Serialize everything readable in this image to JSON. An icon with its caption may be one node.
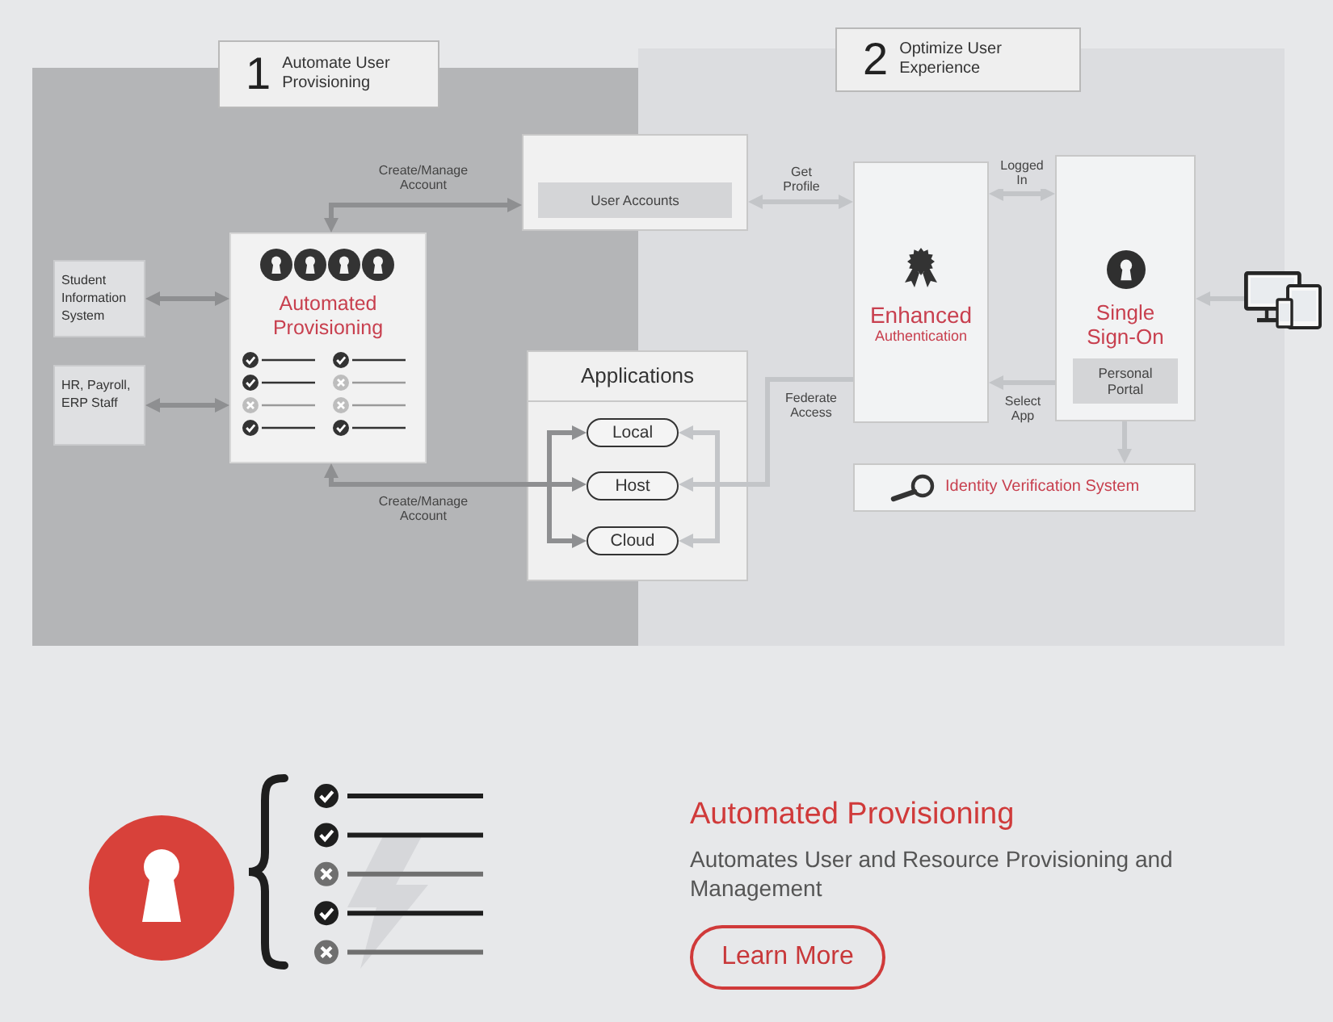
{
  "diagram": {
    "nodes": [
      {
        "text": [
          "1",
          "Automate User Provisioning"
        ]
      },
      {
        "text": [
          "2",
          "Optimize User Experience"
        ]
      },
      {
        "text": [
          "Student Information System"
        ],
        "in": 0
      },
      {
        "text": [
          "HR, Payroll, ERP Staff"
        ],
        "in": 0
      },
      {
        "text": [
          "Automated Provisioning"
        ],
        "in": 0
      },
      {
        "text": [],
        "shape": "box"
      },
      {
        "text": [
          "User Accounts"
        ],
        "in": 5
      },
      {
        "text": [
          "Applications"
        ]
      },
      {
        "text": [
          "Local"
        ],
        "in": 7
      },
      {
        "text": [
          "Host"
        ],
        "in": 7
      },
      {
        "text": [
          "Cloud"
        ],
        "in": 7
      },
      {
        "text": [
          "Enhanced",
          "Authentication"
        ],
        "in": 1
      },
      {
        "text": [
          "Single Sign-On"
        ],
        "in": 1
      },
      {
        "text": [
          "Personal Portal"
        ],
        "in": 12
      },
      {
        "text": [
          "Identity Verification System"
        ],
        "in": 1
      },
      {
        "text": [],
        "shape": "picture"
      },
      {
        "text": [
          "Learn More"
        ]
      }
    ],
    "edges": [
      {
        "from": 2,
        "to": 4,
        "arrow": "both",
        "color": "#8e8f91"
      },
      {
        "from": 3,
        "to": 4,
        "arrow": "both",
        "color": "#8e8f91"
      },
      {
        "from": 4,
        "to": 5,
        "arrow": "both",
        "label": "Create/Manage Account",
        "color": "#8e8f91"
      },
      {
        "from": 4,
        "to": 8,
        "arrow": "both",
        "color": "#8e8f91"
      },
      {
        "from": 4,
        "to": 9,
        "arrow": "both",
        "label": "Create/Manage Account",
        "color": "#8e8f91"
      },
      {
        "from": 4,
        "to": 10,
        "arrow": "both",
        "color": "#8e8f91"
      },
      {
        "from": 5,
        "to": 11,
        "arrow": "both",
        "label": "Get Profile"
      },
      {
        "from": 11,
        "to": 8,
        "arrow": "to"
      },
      {
        "from": 11,
        "to": 9,
        "arrow": "to",
        "label": "Federate Access"
      },
      {
        "from": 11,
        "to": 10,
        "arrow": "to"
      },
      {
        "from": 11,
        "to": 12,
        "arrow": "both",
        "label": "Logged In"
      },
      {
        "from": 12,
        "to": 11,
        "arrow": "to",
        "label": "Select App"
      },
      {
        "from": 12,
        "to": 14,
        "arrow": "to"
      },
      {
        "from": 15,
        "to": 12,
        "arrow": "to"
      }
    ],
    "labels": [
      "Automated Provisioning",
      "Automates User and Resource Provisioning and Management"
    ]
  }
}
